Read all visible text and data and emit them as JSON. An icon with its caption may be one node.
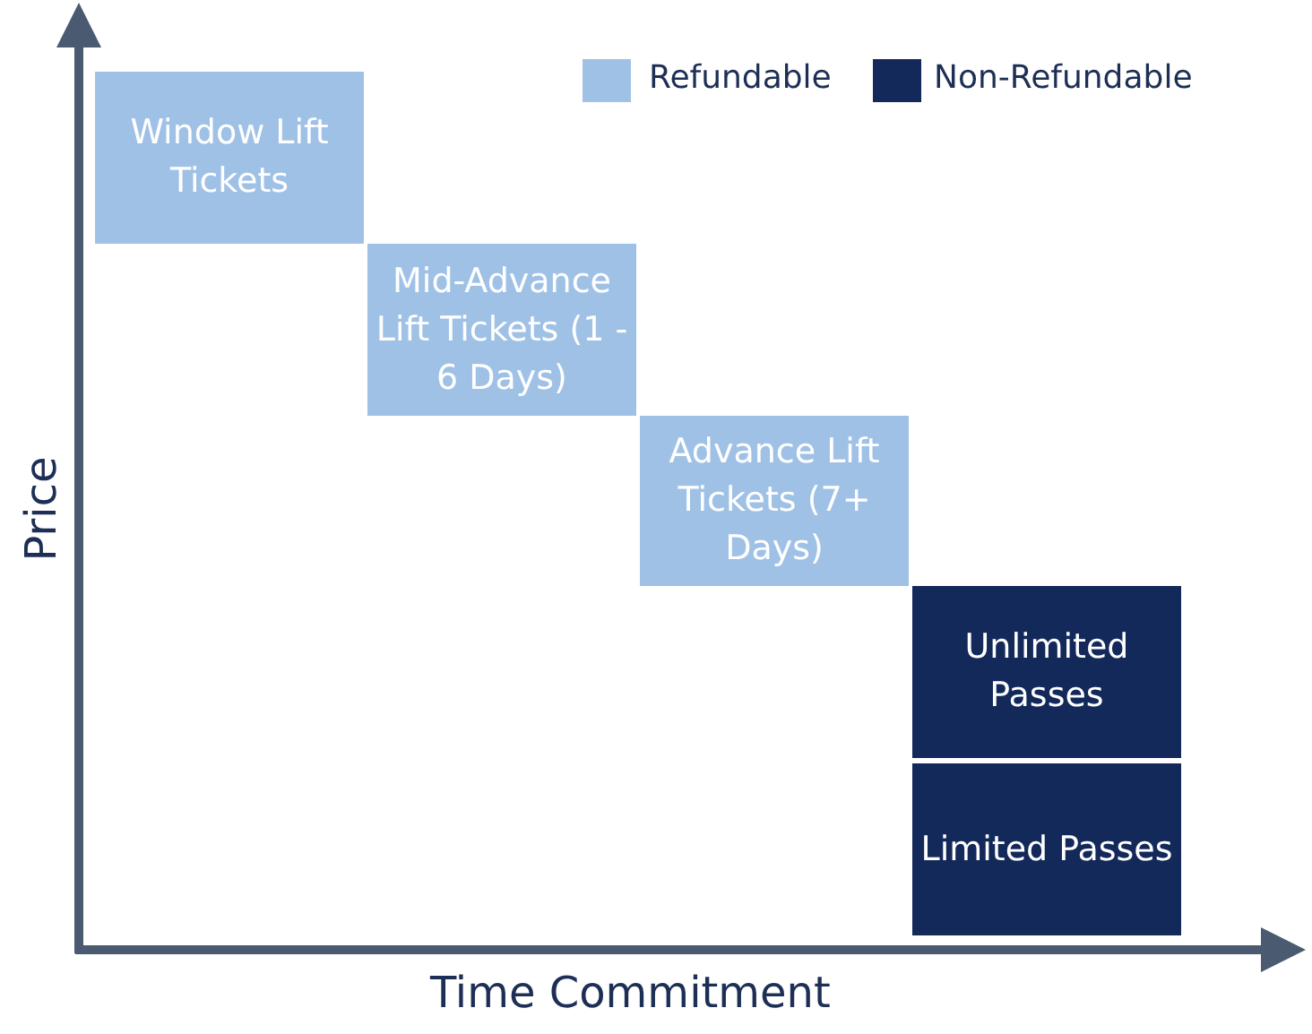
{
  "diagram": {
    "nodes": [
      {
        "text": [
          "Window Lift Tickets"
        ]
      },
      {
        "text": [
          "Mid-Advance Lift Tickets (1 - 6 Days)"
        ]
      },
      {
        "text": [
          "Advance Lift Tickets (7+ Days)"
        ]
      },
      {
        "text": [
          "Unlimited Passes"
        ]
      },
      {
        "text": [
          "Limited Passes"
        ]
      }
    ],
    "labels": [
      "Price",
      "Time Commitment"
    ],
    "legend": [
      {
        "text": "Refundable",
        "color": "#a0c1e6"
      },
      {
        "text": "Non-Refundable",
        "color": "#13295a"
      }
    ]
  }
}
